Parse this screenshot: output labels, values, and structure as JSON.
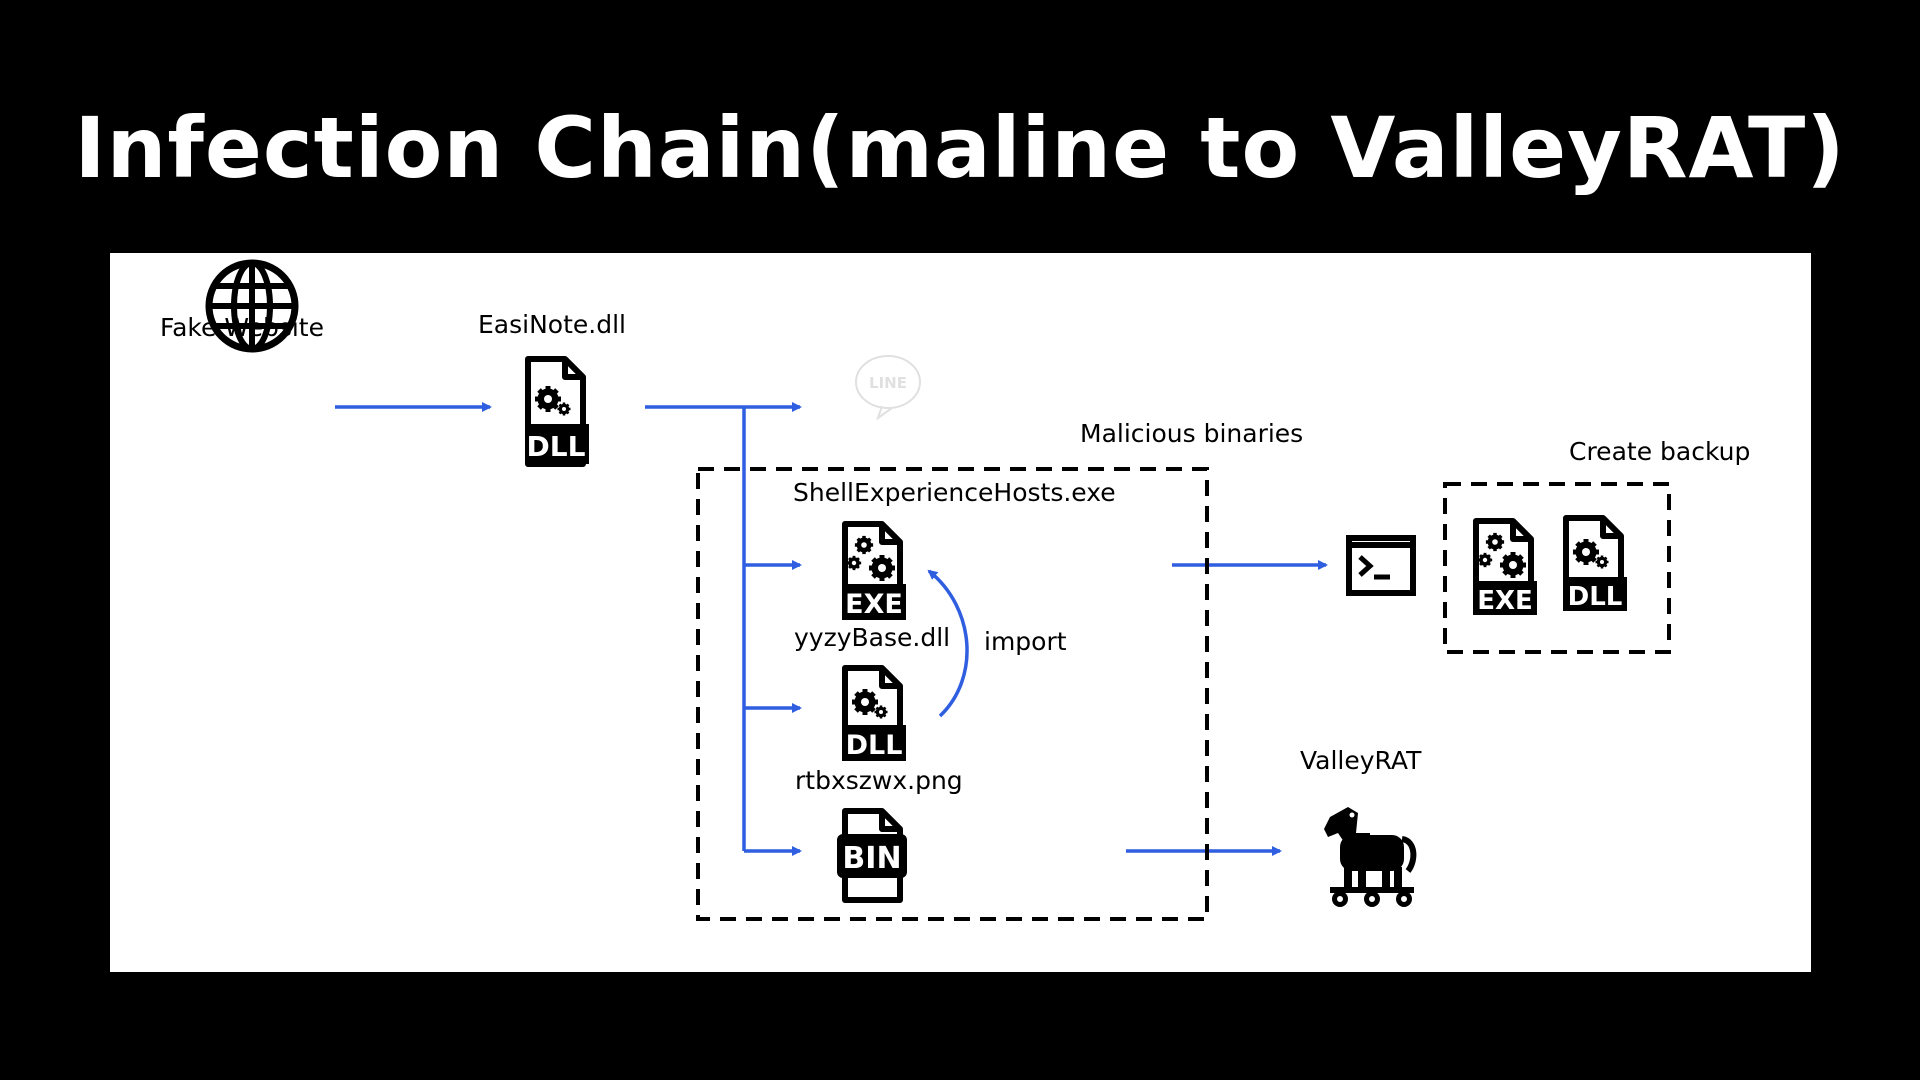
{
  "title": "Infection Chain(maline to ValleyRAT)",
  "colors": {
    "background": "#000000",
    "panel": "#ffffff",
    "arrow": "#2f5fe0",
    "icon": "#000000"
  },
  "nodes": {
    "fake_website": {
      "label": "Fake Website",
      "icon": "globe-icon"
    },
    "easinote": {
      "label": "EasiNote.dll",
      "icon": "dll-file-icon"
    },
    "line_app": {
      "icon": "line-app-icon"
    },
    "malicious_group": {
      "label": "Malicious binaries"
    },
    "shell_exe": {
      "label": "ShellExperienceHosts.exe",
      "icon": "exe-file-icon",
      "badge": "EXE"
    },
    "yyzy_dll": {
      "label": "yyzyBase.dll",
      "icon": "dll-file-icon",
      "badge": "DLL"
    },
    "png_bin": {
      "label": "rtbxszwx.png",
      "icon": "bin-file-icon",
      "badge": "BIN"
    },
    "import_edge": {
      "label": "import"
    },
    "terminal": {
      "icon": "terminal-icon"
    },
    "backup_group": {
      "label": "Create backup"
    },
    "backup_exe": {
      "icon": "exe-file-icon",
      "badge": "EXE"
    },
    "backup_dll": {
      "icon": "dll-file-icon",
      "badge": "DLL"
    },
    "valleyrat": {
      "label": "ValleyRAT",
      "icon": "trojan-horse-icon"
    }
  },
  "dll_badge": "DLL",
  "line_badge": "LINE"
}
